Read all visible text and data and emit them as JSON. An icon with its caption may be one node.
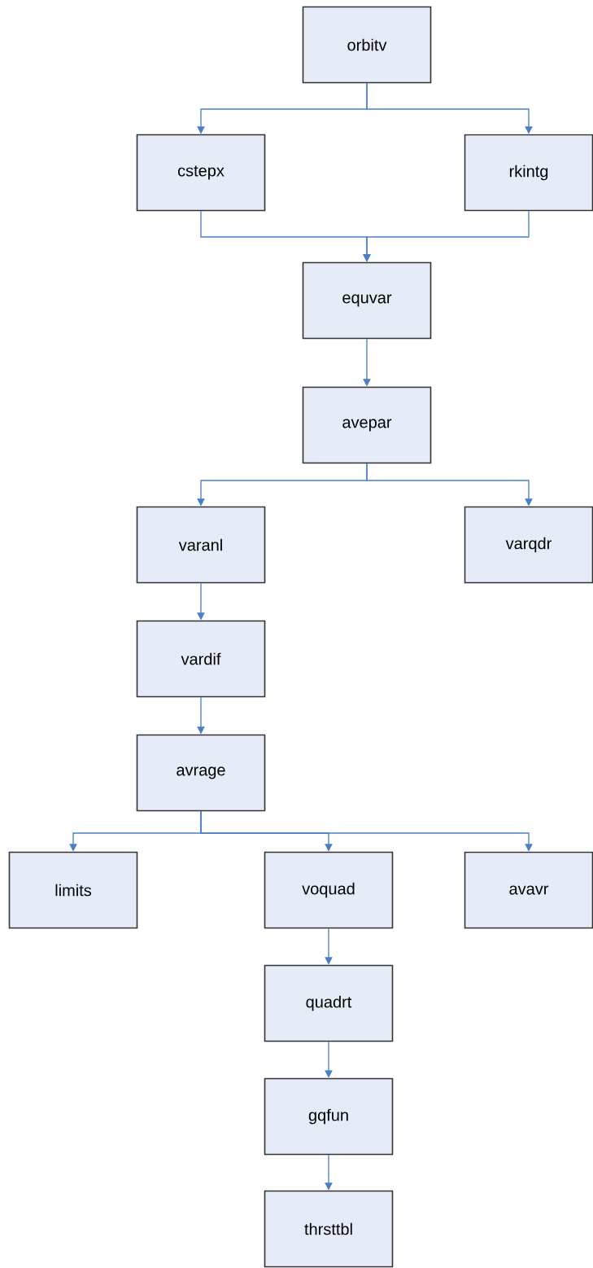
{
  "diagram": {
    "nodes": [
      {
        "text": [
          "orbitv"
        ]
      },
      {
        "text": [
          "cstepx"
        ]
      },
      {
        "text": [
          "rkintg"
        ]
      },
      {
        "text": [
          "equvar"
        ]
      },
      {
        "text": [
          "avepar"
        ]
      },
      {
        "text": [
          "varanl"
        ]
      },
      {
        "text": [
          "varqdr"
        ]
      },
      {
        "text": [
          "vardif"
        ]
      },
      {
        "text": [
          "avrage"
        ]
      },
      {
        "text": [
          "limits"
        ]
      },
      {
        "text": [
          "voquad"
        ]
      },
      {
        "text": [
          "avavr"
        ]
      },
      {
        "text": [
          "quadrt"
        ]
      },
      {
        "text": [
          "gqfun"
        ]
      },
      {
        "text": [
          "thrsttbl"
        ]
      }
    ],
    "edges": [
      {
        "from": 0,
        "to": 1,
        "arrow": "to"
      },
      {
        "from": 0,
        "to": 2,
        "arrow": "to"
      },
      {
        "from": 1,
        "to": 3,
        "arrow": "to"
      },
      {
        "from": 2,
        "to": 3,
        "arrow": "to"
      },
      {
        "from": 3,
        "to": 4,
        "arrow": "to"
      },
      {
        "from": 4,
        "to": 5,
        "arrow": "to"
      },
      {
        "from": 4,
        "to": 6,
        "arrow": "to"
      },
      {
        "from": 5,
        "to": 7,
        "arrow": "to"
      },
      {
        "from": 7,
        "to": 8,
        "arrow": "to"
      },
      {
        "from": 8,
        "to": 9,
        "arrow": "to"
      },
      {
        "from": 8,
        "to": 10,
        "arrow": "to"
      },
      {
        "from": 8,
        "to": 11,
        "arrow": "to"
      },
      {
        "from": 10,
        "to": 12,
        "arrow": "to"
      },
      {
        "from": 12,
        "to": 13,
        "arrow": "to"
      },
      {
        "from": 13,
        "to": 14,
        "arrow": "to"
      }
    ]
  }
}
